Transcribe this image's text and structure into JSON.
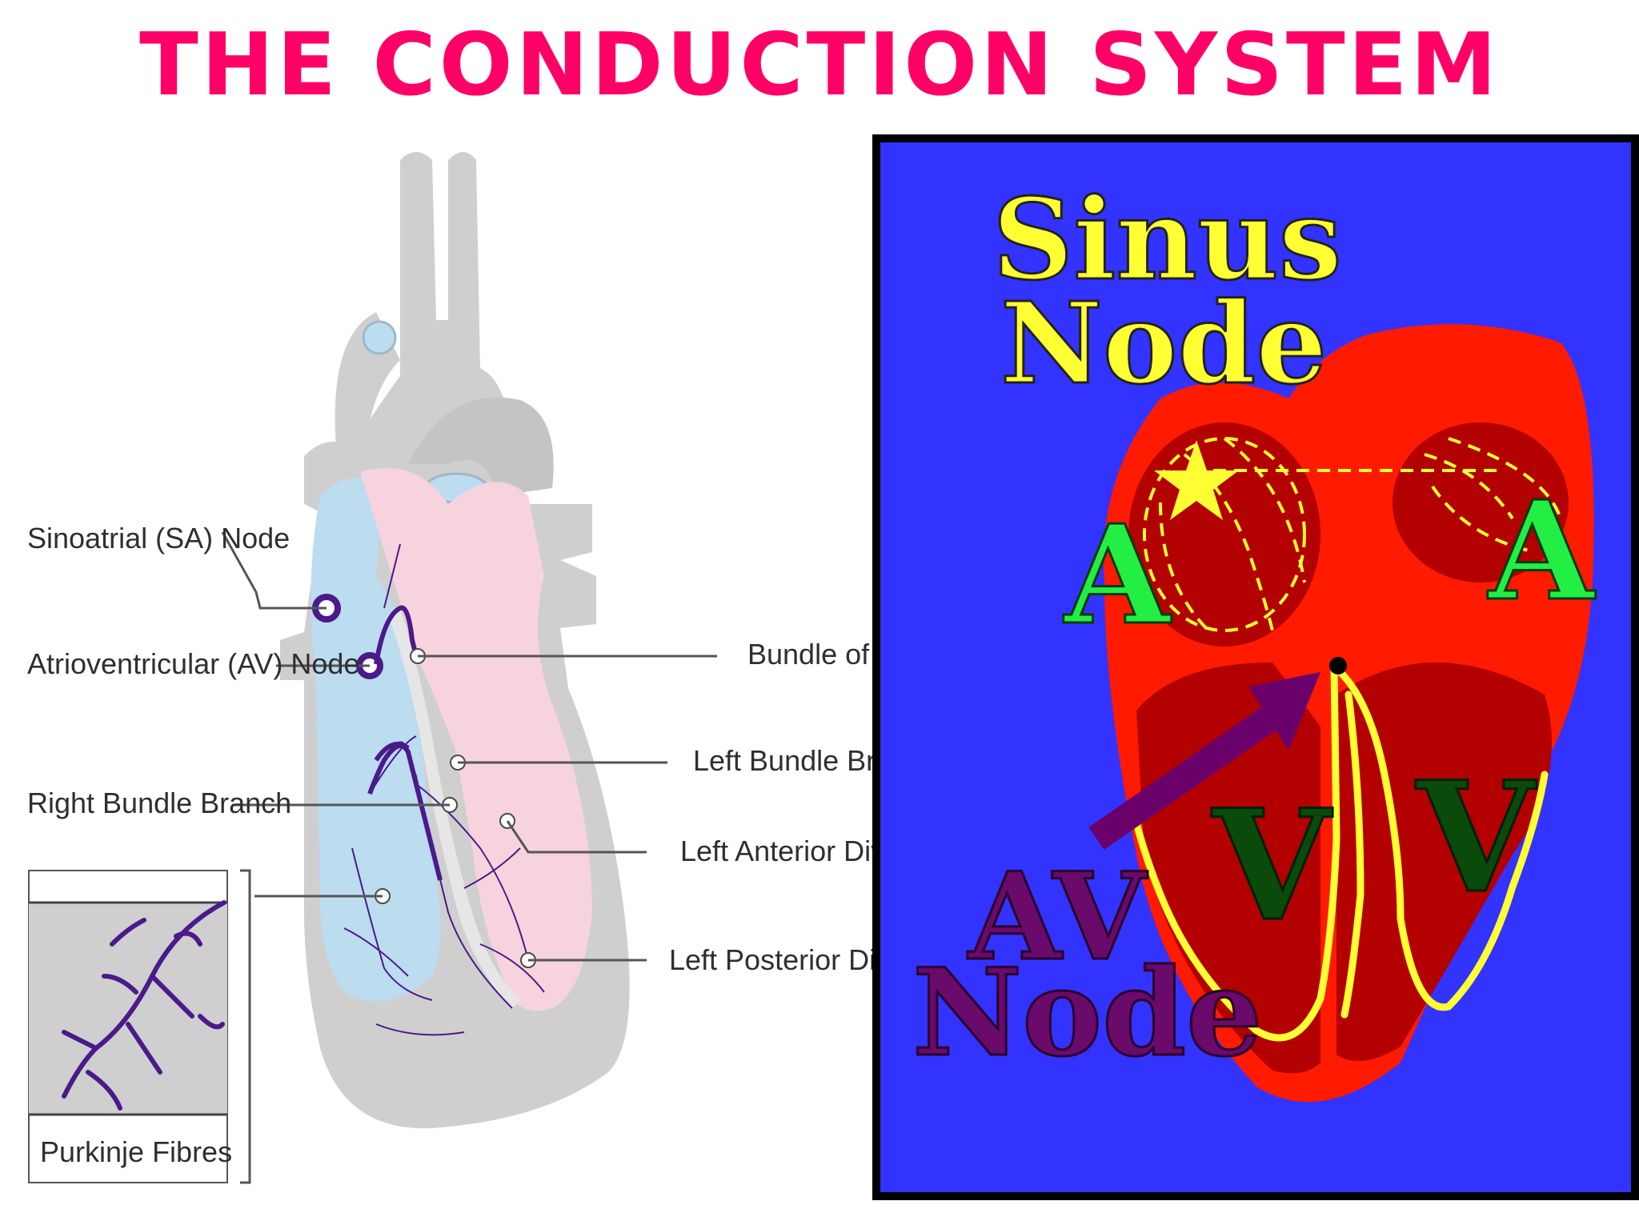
{
  "title": "THE CONDUCTION SYSTEM",
  "colors": {
    "title": "#ff0066",
    "right_background": "#3333ff",
    "heart_red": "#ff1a00",
    "chamber_dark_red": "#b30000",
    "conduction_yellow": "#ffff33",
    "atria_letter_green": "#22ee44",
    "ventricle_letter_green": "#0a4a0a",
    "av_node_purple": "#6a0a6a",
    "sinus_node_yellow": "#ffff33",
    "left_heart_grey": "#cfcfcf",
    "right_side_blue": "#bcdcf0",
    "left_side_pink": "#f7d3de",
    "pathway_purple": "#4b1a8a"
  },
  "left_diagram": {
    "labels": {
      "sa_node": "Sinoatrial (SA) Node",
      "av_node": "Atrioventricular (AV) Node",
      "right_bundle_branch": "Right Bundle Branch",
      "bundle_of_his": "Bundle of His",
      "left_bundle_branch": "Left Bundle Branch",
      "left_anterior_division": "Left Anterior Division",
      "left_posterior_division": "Left Posterior Division",
      "purkinje_fibres": "Purkinje Fibres"
    }
  },
  "right_diagram": {
    "sinus_node_line1": "Sinus",
    "sinus_node_line2": "Node",
    "atrium_left": "A",
    "atrium_right": "A",
    "ventricle_left": "V",
    "ventricle_right": "V",
    "av_node_line1": "AV",
    "av_node_line2": "Node"
  }
}
